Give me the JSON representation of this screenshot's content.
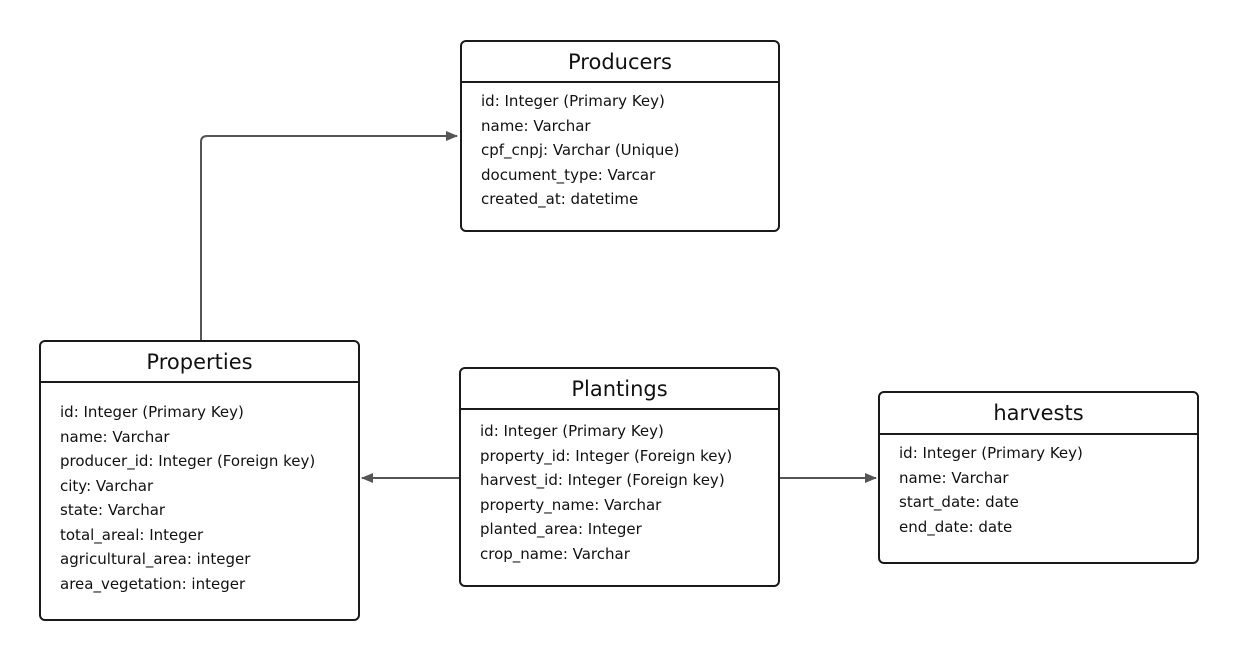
{
  "colors": {
    "border": "#1a1a1a",
    "connector": "#555555",
    "background": "#ffffff"
  },
  "entities": {
    "producers": {
      "title": "Producers",
      "fields": [
        "id: Integer (Primary Key)",
        "name: Varchar",
        "cpf_cnpj: Varchar (Unique)",
        "document_type: Varcar",
        "created_at: datetime"
      ]
    },
    "properties": {
      "title": "Properties",
      "fields": [
        "id: Integer (Primary Key)",
        "name: Varchar",
        "producer_id: Integer (Foreign key)",
        "city: Varchar",
        "state: Varchar",
        "total_areal: Integer",
        "agricultural_area: integer",
        "area_vegetation: integer"
      ]
    },
    "plantings": {
      "title": "Plantings",
      "fields": [
        "id: Integer (Primary Key)",
        "property_id: Integer (Foreign key)",
        "harvest_id: Integer (Foreign key)",
        "property_name: Varchar",
        "planted_area: Integer",
        "crop_name: Varchar"
      ]
    },
    "harvests": {
      "title": "harvests",
      "fields": [
        "id: Integer (Primary Key)",
        "name: Varchar",
        "start_date: date",
        "end_date: date"
      ]
    }
  },
  "relationships": [
    {
      "from": "properties",
      "to": "producers",
      "arrow_at": "producers"
    },
    {
      "from": "plantings",
      "to": "properties",
      "arrow_at": "properties"
    },
    {
      "from": "plantings",
      "to": "harvests",
      "arrow_at": "harvests"
    }
  ]
}
